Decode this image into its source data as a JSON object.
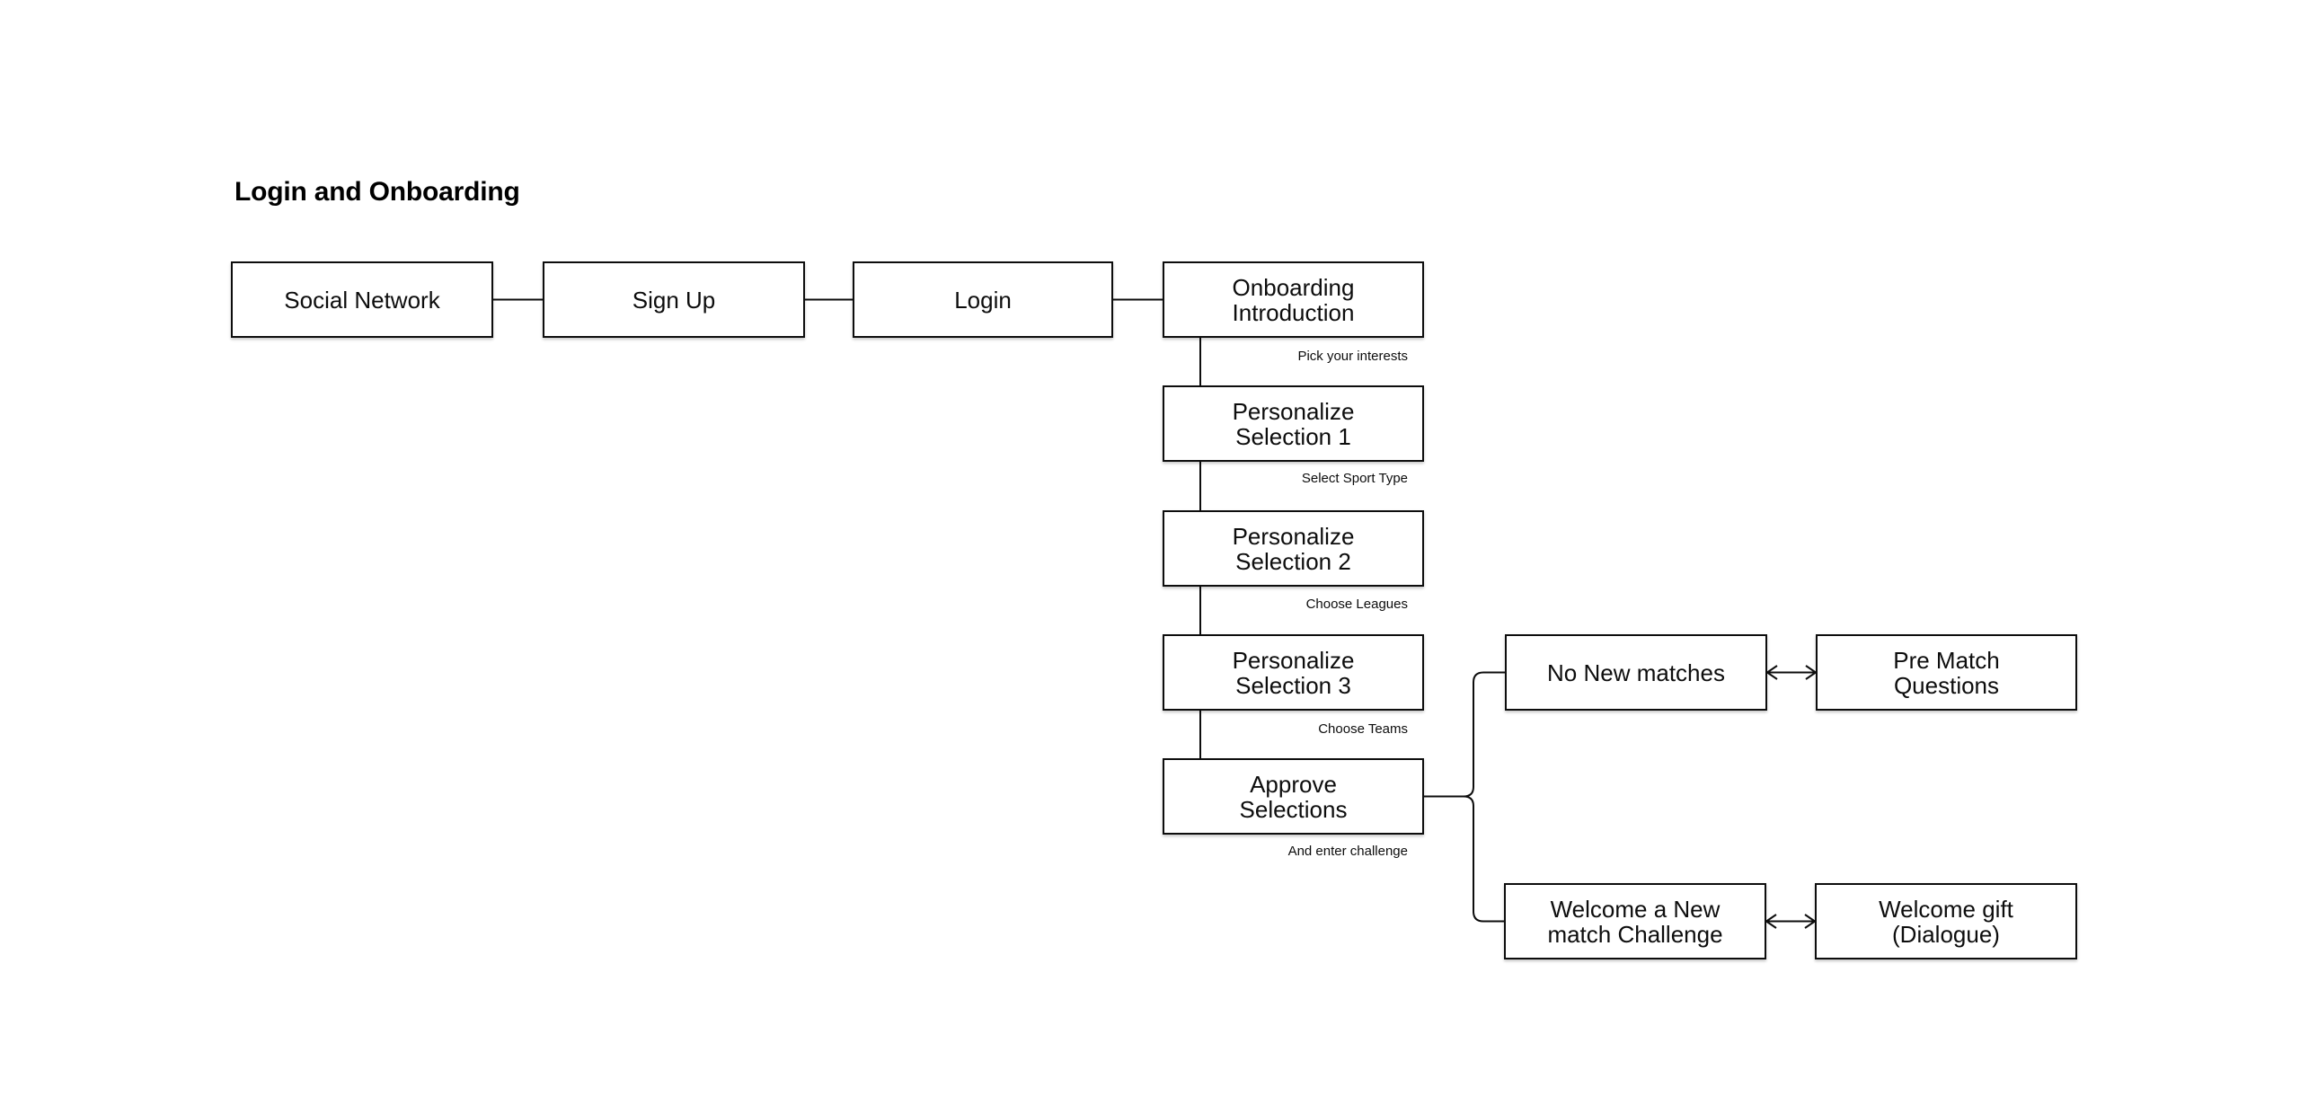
{
  "title": "Login and Onboarding",
  "nodes": {
    "social_network": {
      "label": "Social Network"
    },
    "sign_up": {
      "label": "Sign Up"
    },
    "login": {
      "label": "Login"
    },
    "onboarding_introduction": {
      "label": "Onboarding\nIntroduction"
    },
    "personalize_selection_1": {
      "label": "Personalize\nSelection 1"
    },
    "personalize_selection_2": {
      "label": "Personalize\nSelection 2"
    },
    "personalize_selection_3": {
      "label": "Personalize\nSelection 3"
    },
    "approve_selections": {
      "label": "Approve\nSelections"
    },
    "no_new_matches": {
      "label": "No New matches"
    },
    "pre_match_questions": {
      "label": "Pre Match\nQuestions"
    },
    "welcome_new_match_challenge": {
      "label": "Welcome a New\nmatch Challenge"
    },
    "welcome_gift_dialogue": {
      "label": "Welcome gift\n(Dialogue)"
    }
  },
  "edge_labels": {
    "pick_your_interests": "Pick your interests",
    "select_sport_type": "Select Sport Type",
    "choose_leagues": "Choose Leagues",
    "choose_teams": "Choose Teams",
    "and_enter_challenge": "And enter challenge"
  },
  "colors": {
    "background": "#ffffff",
    "node_fill": "#ffffff",
    "node_border": "#0d0d0d",
    "text": "#0d0d0d",
    "connector": "#0d0d0d"
  }
}
